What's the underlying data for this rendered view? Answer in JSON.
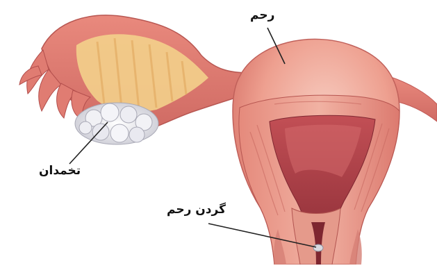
{
  "labels": {
    "uterus": "رحم",
    "ovary": "تخمدان",
    "cervix": "گردن رحم"
  },
  "colors": {
    "tissue_light": "#f2b9aa",
    "tissue_mid": "#e88f82",
    "tissue_dark": "#c5565a",
    "tube_fat": "#f3d08b",
    "ovary_white": "#e9e9ee",
    "cavity": "#b6444b",
    "leader_line": "#222222"
  }
}
